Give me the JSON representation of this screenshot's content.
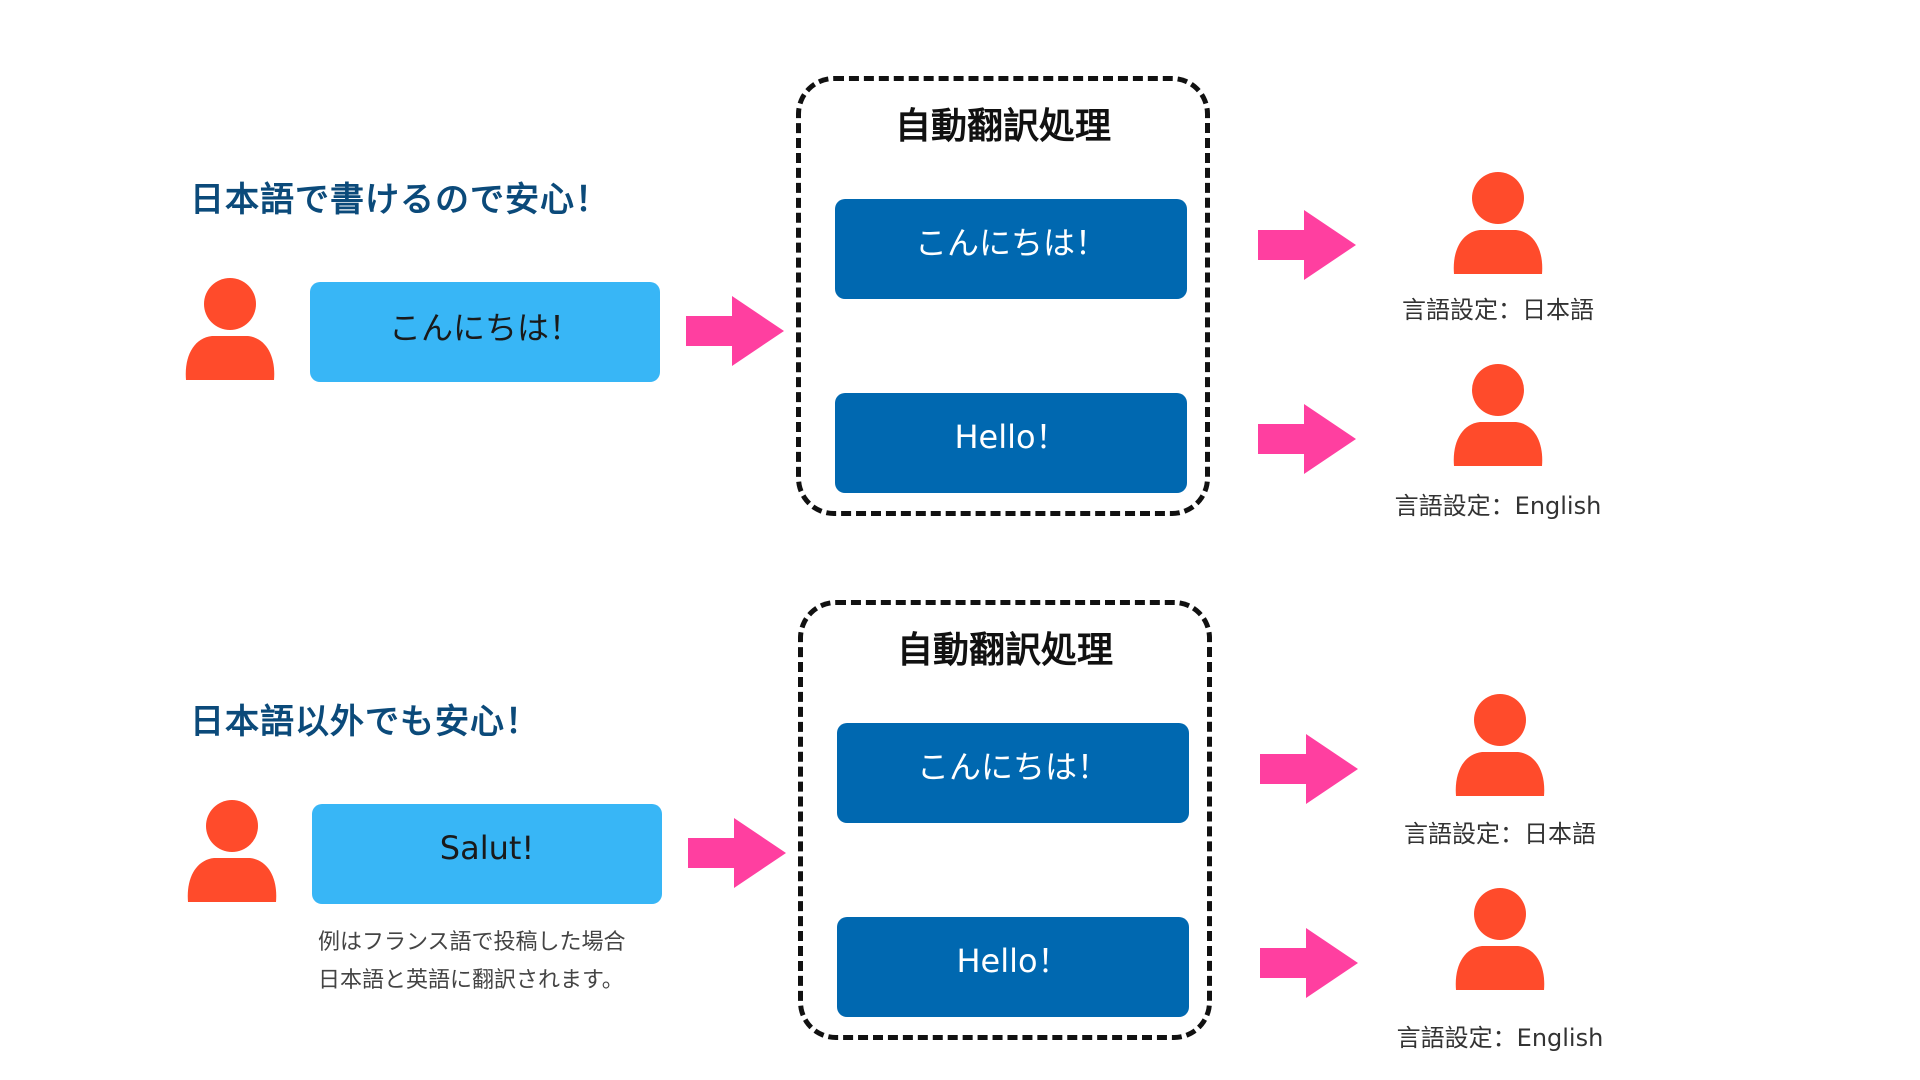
{
  "sections": [
    {
      "headline": "日本語で書けるので安心！",
      "input_message": "こんにちは！",
      "process_title": "自動翻訳処理",
      "outputs": [
        {
          "text": "こんにちは！",
          "recipient_label": "言語設定：日本語"
        },
        {
          "text": "Hello！",
          "recipient_label": "言語設定：English"
        }
      ]
    },
    {
      "headline": "日本語以外でも安心！",
      "input_message": "Salut!",
      "process_title": "自動翻訳処理",
      "outputs": [
        {
          "text": "こんにちは！",
          "recipient_label": "言語設定：日本語"
        },
        {
          "text": "Hello！",
          "recipient_label": "言語設定：English"
        }
      ],
      "note_lines": [
        "例はフランス語で投稿した場合",
        "日本語と英語に翻訳されます。"
      ]
    }
  ],
  "icons": {
    "person": "user-icon",
    "arrow": "arrow-right-icon"
  },
  "colors": {
    "headline": "#0b4a7a",
    "input_box": "#38b6f6",
    "output_box": "#0068b0",
    "person": "#ff4b2b",
    "arrow": "#ff3fa0"
  }
}
